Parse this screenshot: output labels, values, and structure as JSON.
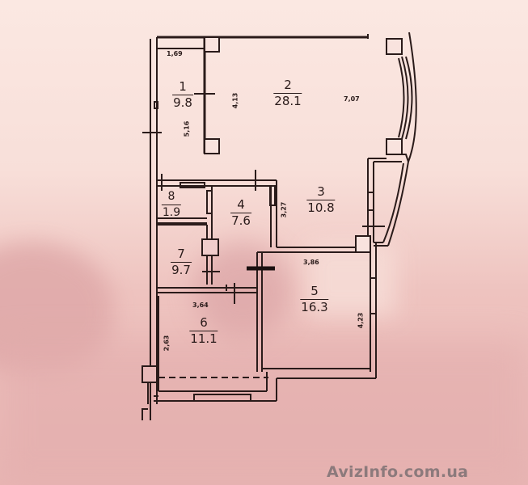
{
  "plan": {
    "rooms": [
      {
        "id": "room-1",
        "number": "1",
        "area": "9.8"
      },
      {
        "id": "room-2",
        "number": "2",
        "area": "28.1"
      },
      {
        "id": "room-3",
        "number": "3",
        "area": "10.8"
      },
      {
        "id": "room-4",
        "number": "4",
        "area": "7.6"
      },
      {
        "id": "room-5",
        "number": "5",
        "area": "16.3"
      },
      {
        "id": "room-6",
        "number": "6",
        "area": "11.1"
      },
      {
        "id": "room-7",
        "number": "7",
        "area": "9.7"
      },
      {
        "id": "room-8",
        "number": "8",
        "area": "1.9"
      }
    ],
    "dimensions": {
      "room1_width": "1,69",
      "room1_length": "5,16",
      "room2_depth": "4,13",
      "room2_length": "7,07",
      "room4_width": "3,27",
      "room5_width": "3,86",
      "room5_length": "4,23",
      "room6_width": "3,64",
      "room6_length": "2,63"
    },
    "colors": {
      "wall": "#2a1b1a",
      "paper_light": "#fbe8e2",
      "paper_shadow": "#e2acac"
    }
  },
  "watermark": {
    "text": "AvizInfo.com.ua"
  }
}
